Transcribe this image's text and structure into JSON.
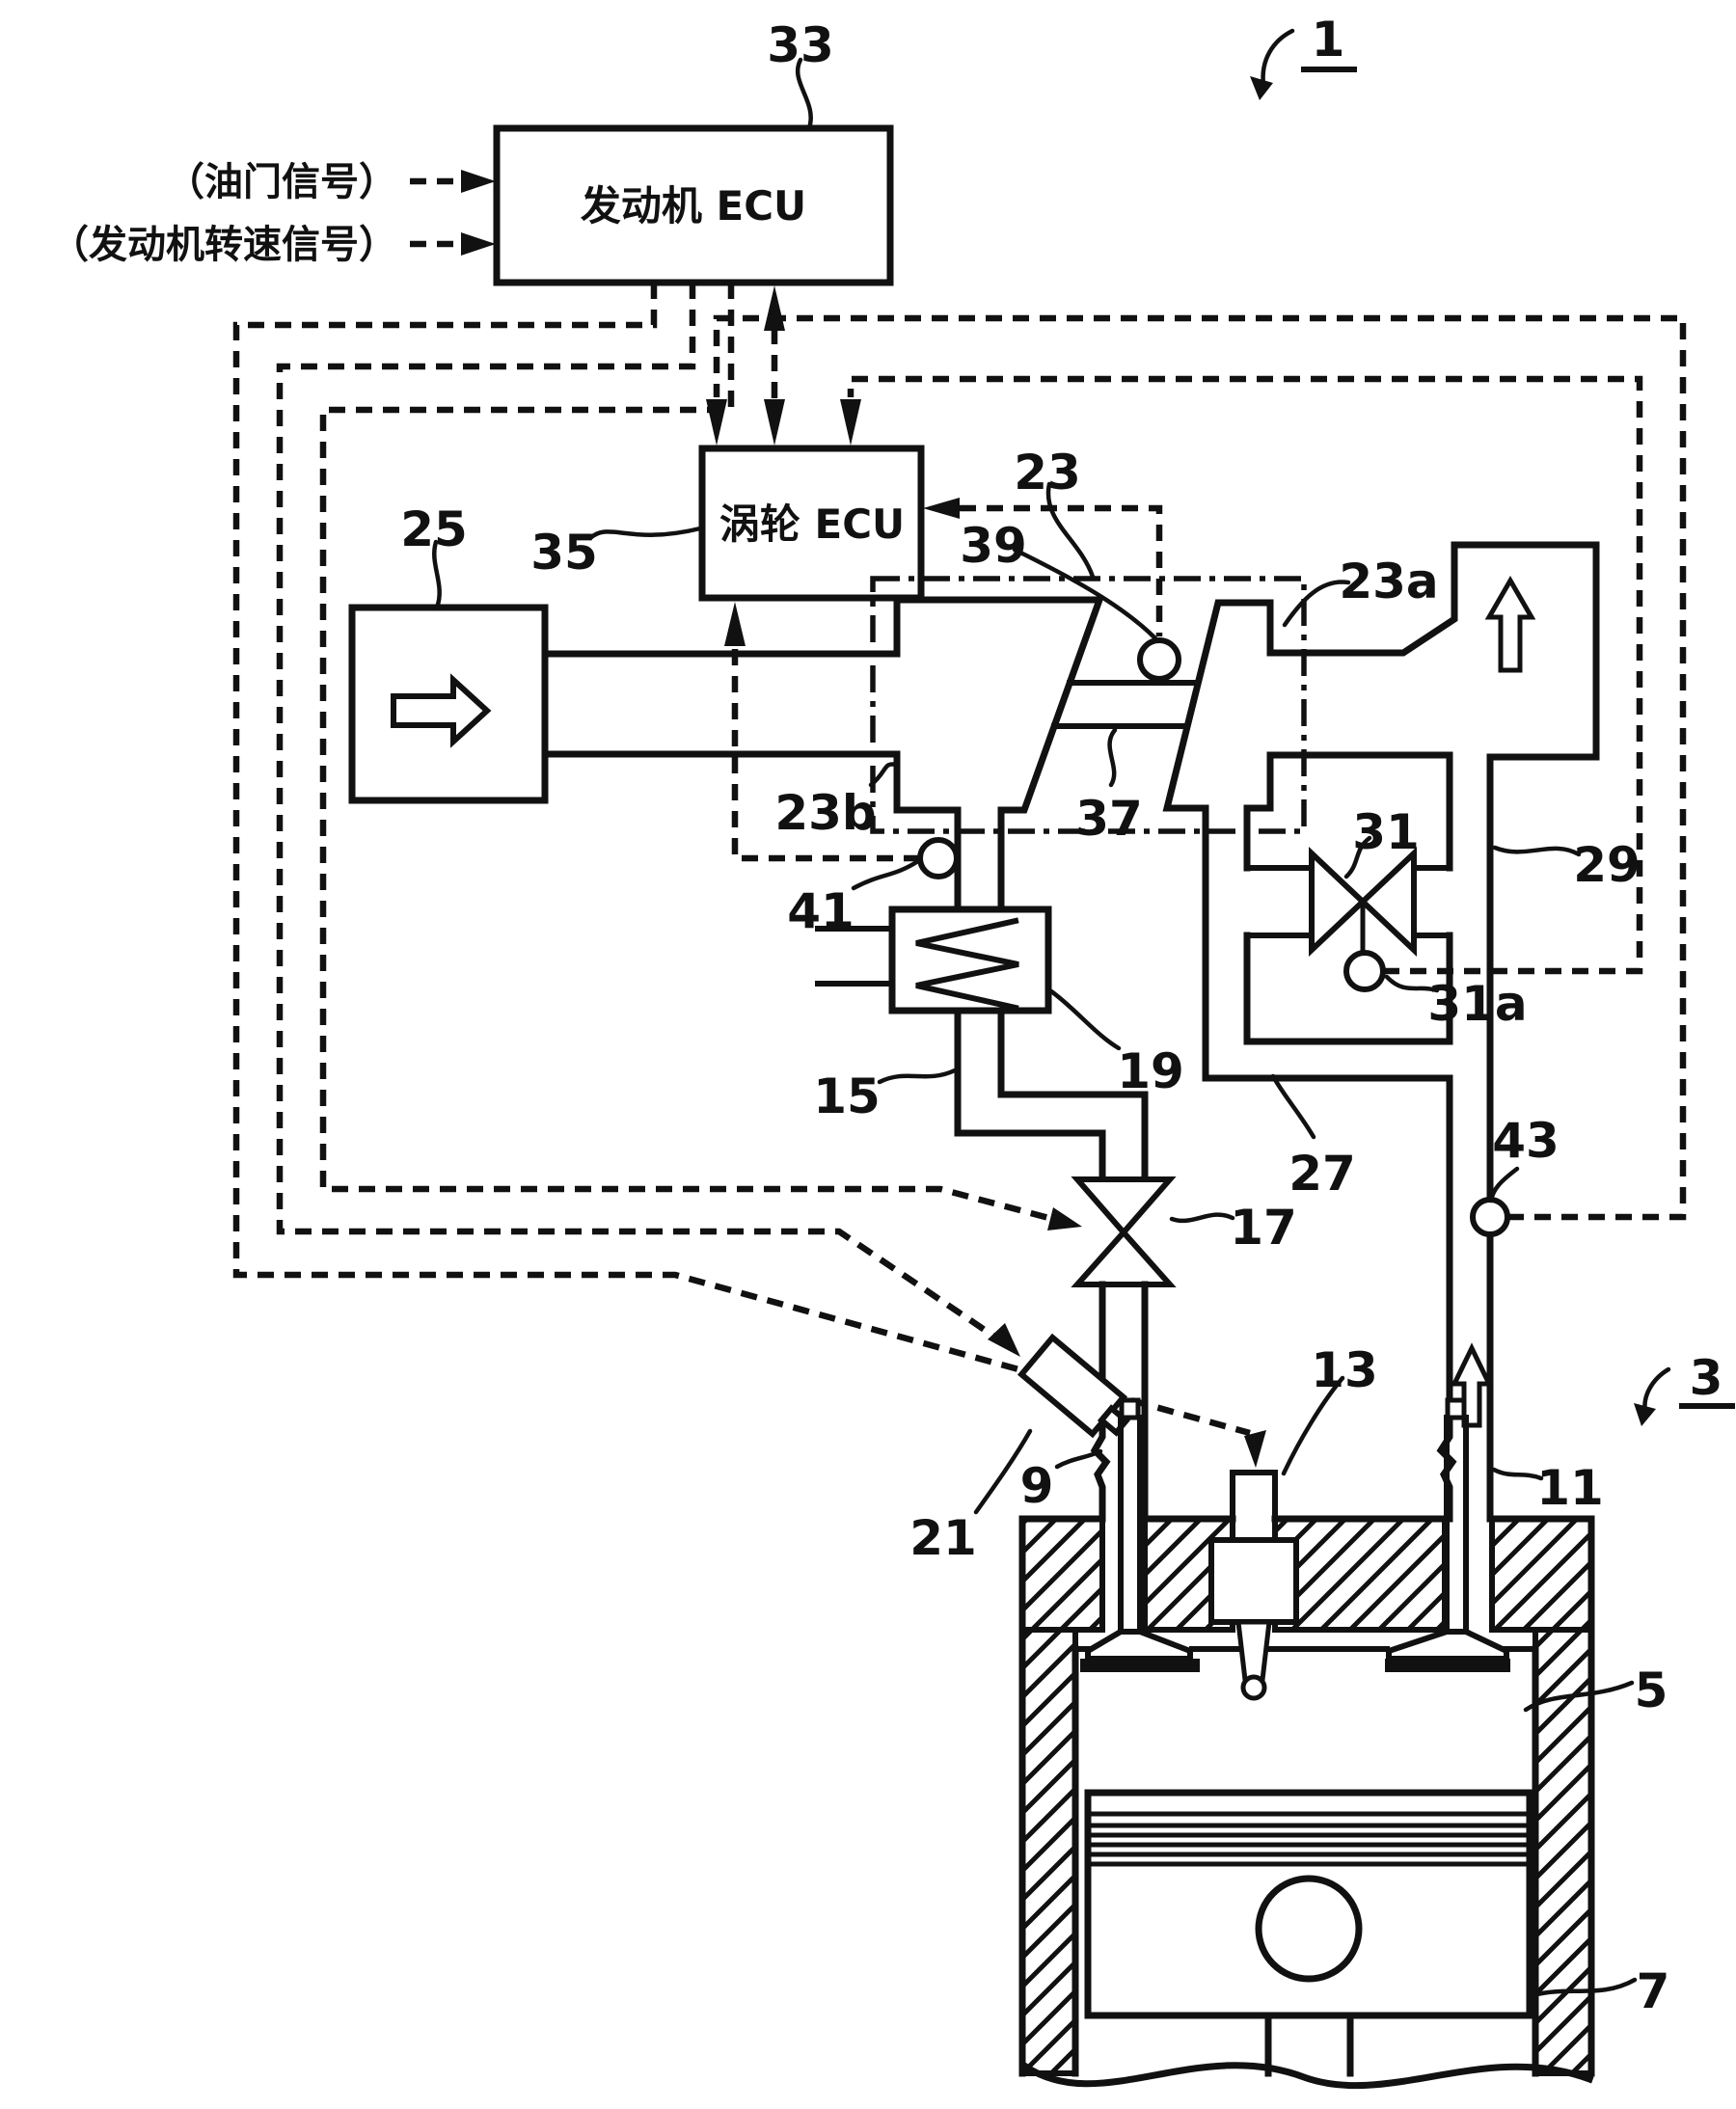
{
  "figure": {
    "boxes": {
      "engine_ecu": "发动机 ECU",
      "turbo_ecu": "涡轮 ECU"
    },
    "signals": {
      "throttle": "（油门信号）",
      "engine_speed": "（发动机转速信号）"
    },
    "labels": {
      "n1": "1",
      "n3": "3",
      "n5": "5",
      "n7": "7",
      "n9": "9",
      "n11": "11",
      "n13": "13",
      "n15": "15",
      "n17": "17",
      "n19": "19",
      "n21": "21",
      "n23": "23",
      "n23a": "23a",
      "n23b": "23b",
      "n25": "25",
      "n27": "27",
      "n29": "29",
      "n31": "31",
      "n31a": "31a",
      "n33": "33",
      "n35": "35",
      "n37": "37",
      "n39": "39",
      "n41": "41",
      "n43": "43"
    },
    "colors": {
      "line": "#111111",
      "background": "#ffffff"
    }
  }
}
